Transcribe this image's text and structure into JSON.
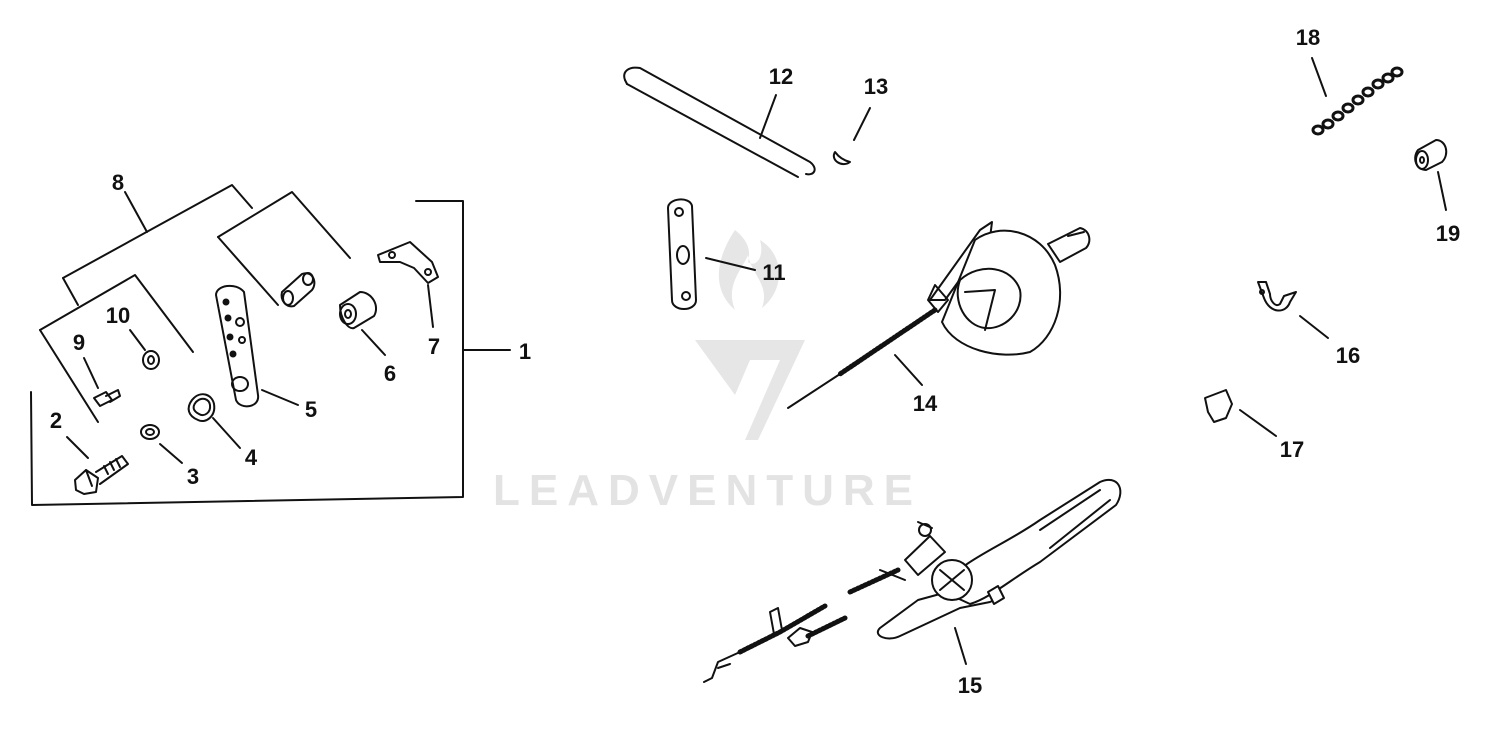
{
  "diagram": {
    "callouts": [
      "1",
      "2",
      "3",
      "4",
      "5",
      "6",
      "7",
      "8",
      "9",
      "10",
      "11",
      "12",
      "13",
      "14",
      "15",
      "16",
      "17",
      "18",
      "19"
    ]
  },
  "watermark": {
    "text": "LEADVENTURE"
  }
}
